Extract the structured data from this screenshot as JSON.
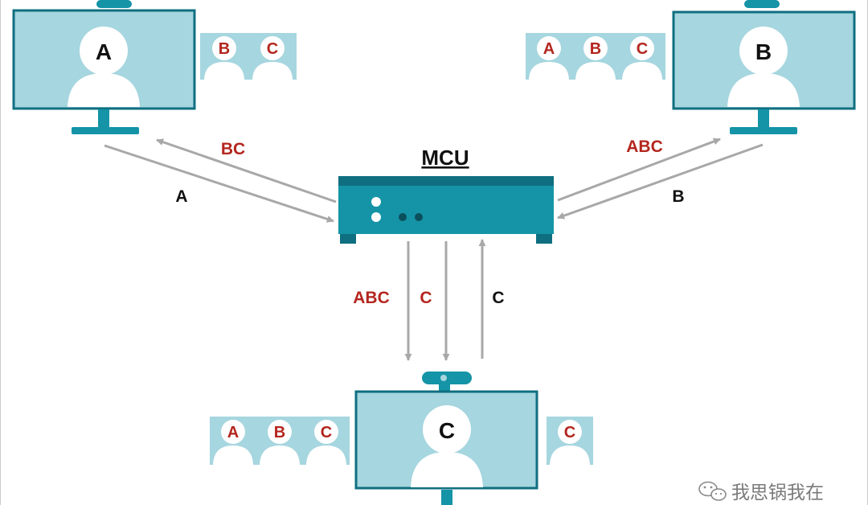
{
  "mcu": {
    "title": "MCU"
  },
  "clients": {
    "A": {
      "label": "A"
    },
    "B": {
      "label": "B"
    },
    "C": {
      "label": "C"
    }
  },
  "panels": {
    "a_receives": [
      "B",
      "C"
    ],
    "b_receives": [
      "A",
      "B",
      "C"
    ],
    "c_receives": [
      "A",
      "B",
      "C"
    ],
    "c_side": [
      "C"
    ]
  },
  "flows": {
    "a_up": "A",
    "a_down": "BC",
    "b_up": "B",
    "b_down": "ABC",
    "c_down_all": "ABC",
    "c_down_self": "C",
    "c_up": "C"
  },
  "watermark": {
    "text": "我思锅我在"
  },
  "colors": {
    "teal": "#1494a6",
    "teal_dark": "#0f6f80",
    "screen": "#a6d6df",
    "arrow": "#a8a8a8",
    "red_label": "#b3261e"
  }
}
